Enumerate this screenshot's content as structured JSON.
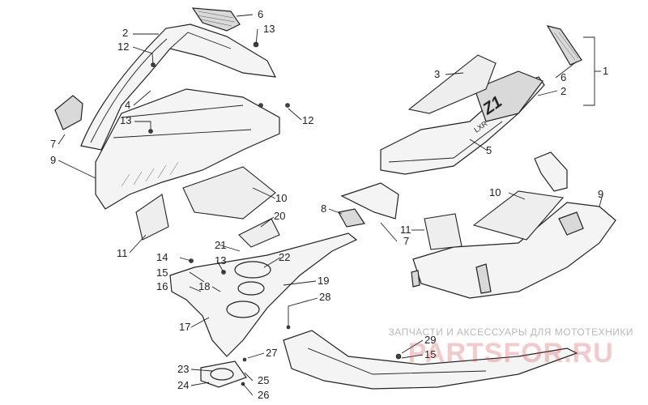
{
  "diagram": {
    "callouts": {
      "c1": "1",
      "c2_left": "2",
      "c2_right": "2",
      "c3": "3",
      "c4": "4",
      "c5": "5",
      "c6_left": "6",
      "c6_right": "6",
      "c7_left": "7",
      "c7_right": "7",
      "c8": "8",
      "c9_left": "9",
      "c9_right": "9",
      "c10_left": "10",
      "c10_right": "10",
      "c11_left": "11",
      "c11_right": "11",
      "c12_top": "12",
      "c12_right": "12",
      "c13_top": "13",
      "c13_mid": "13",
      "c13_low": "13",
      "c14": "14",
      "c15_left": "15",
      "c15_right": "15",
      "c16": "16",
      "c17": "17",
      "c18": "18",
      "c19": "19",
      "c20": "20",
      "c21": "21",
      "c22": "22",
      "c23": "23",
      "c24": "24",
      "c25": "25",
      "c26": "26",
      "c27": "27",
      "c28": "28",
      "c29": "29"
    },
    "decals": {
      "model_mark": "Z1",
      "model_sub": "LXR"
    }
  },
  "watermark": {
    "caption": "ЗАПЧАСТИ И АКСЕССУАРЫ ДЛЯ МОТОТЕХНИКИ",
    "logo": "PARTSFOR.RU"
  },
  "colors": {
    "line": "#222222",
    "part_fill": "#f4f4f4",
    "watermark_red": "#d73c3c"
  }
}
